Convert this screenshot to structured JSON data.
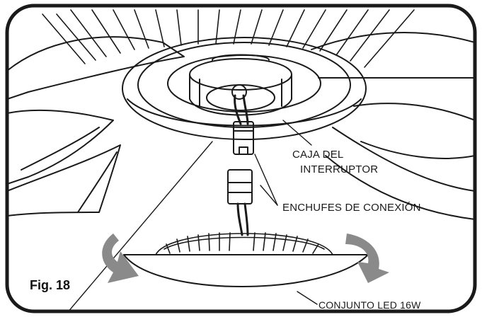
{
  "figure": {
    "label": "Fig. 18",
    "callouts": {
      "switch_box_line1": "CAJA DEL",
      "switch_box_line2": "INTERRUPTOR",
      "connectors": "ENCHUFES DE CONEXIÓN",
      "led_assembly": "CONJUNTO LED 16W"
    }
  },
  "colors": {
    "stroke": "#1a1a1a",
    "arrow_gray": "#8a8a8a",
    "background": "#ffffff"
  },
  "icons": [
    "rotate-left-arrow-icon",
    "rotate-right-arrow-icon"
  ]
}
